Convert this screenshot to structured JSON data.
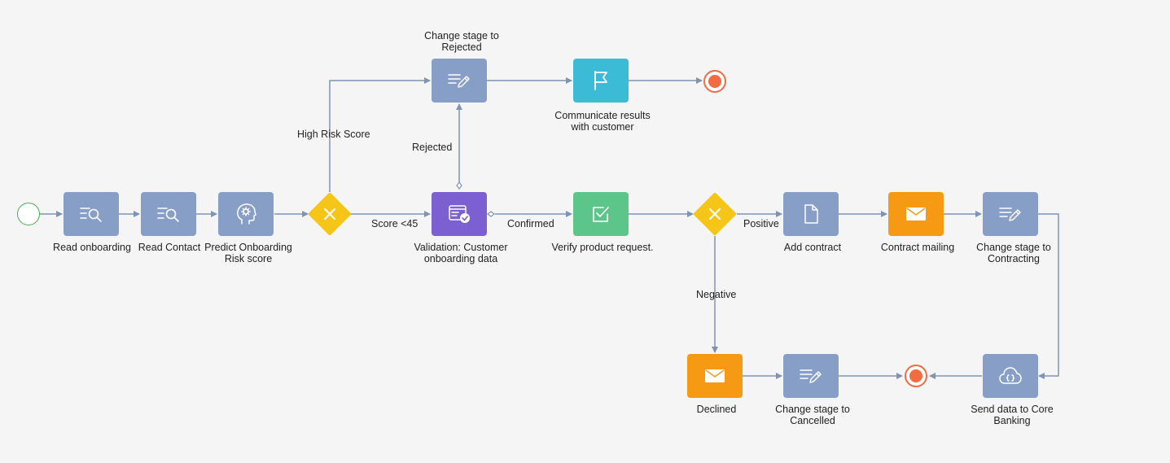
{
  "colors": {
    "task": "#879fc7",
    "flag": "#3cbbd6",
    "validation": "#7c5fd1",
    "verify": "#5cc58a",
    "mail": "#f59a12",
    "gateway": "#f5c518",
    "edge": "#7f93b3",
    "start": "#4caf50",
    "end": "#f26b43"
  },
  "nodes": {
    "read_onboarding": {
      "label": "Read onboarding",
      "icon": "read-search-icon"
    },
    "read_contact": {
      "label": "Read Contact",
      "icon": "read-search-icon"
    },
    "predict": {
      "label1": "Predict Onboarding",
      "label2": "Risk score",
      "icon": "brain-icon"
    },
    "change_rejected": {
      "label1": "Change stage to",
      "label2": "Rejected",
      "icon": "edit-icon"
    },
    "communicate": {
      "label1": "Communicate results",
      "label2": "with customer",
      "icon": "flag-icon"
    },
    "validation": {
      "label1": "Validation: Customer",
      "label2": "onboarding data",
      "icon": "validation-icon"
    },
    "verify": {
      "label": "Verify product request.",
      "icon": "check-icon"
    },
    "add_contract": {
      "label": "Add contract",
      "icon": "document-icon"
    },
    "contract_mailing": {
      "label": "Contract mailing",
      "icon": "mail-icon"
    },
    "change_contracting": {
      "label1": "Change stage to",
      "label2": "Contracting",
      "icon": "edit-icon"
    },
    "declined": {
      "label": "Declined",
      "icon": "mail-icon"
    },
    "change_cancelled": {
      "label1": "Change stage to",
      "label2": "Cancelled",
      "icon": "edit-icon"
    },
    "send_core": {
      "label1": "Send data to Core",
      "label2": "Banking",
      "icon": "cloud-code-icon"
    }
  },
  "edge_labels": {
    "high_risk": "High Risk Score",
    "rejected": "Rejected",
    "score": "Score <45",
    "confirmed": "Confirmed",
    "positive": "Positive",
    "negative": "Negative"
  }
}
